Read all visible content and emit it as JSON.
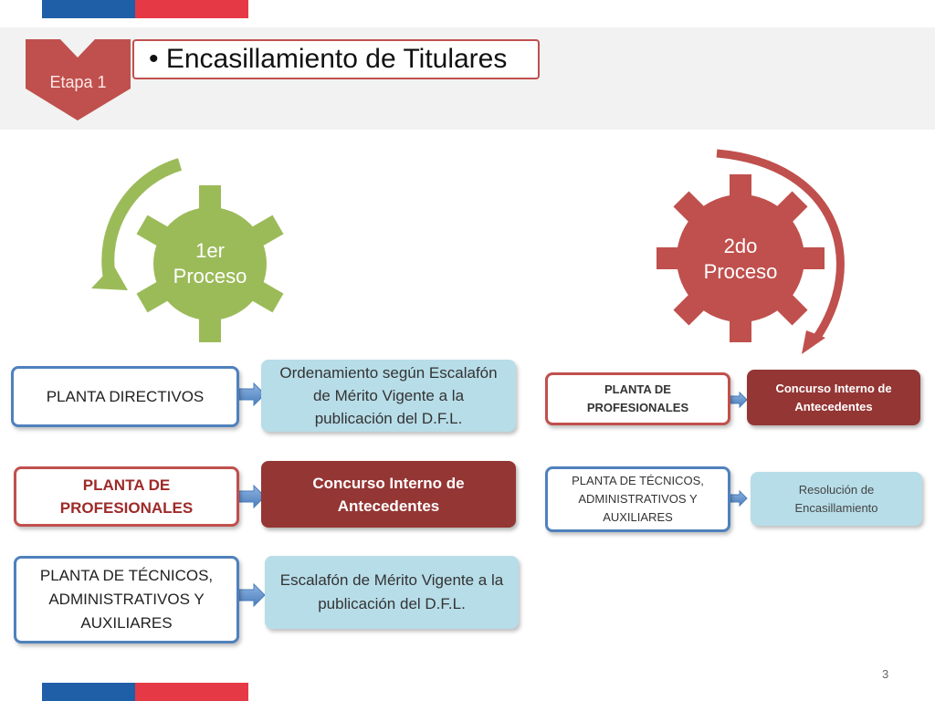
{
  "header": {
    "stage_label": "Etapa 1",
    "title": "• Encasillamiento de Titulares"
  },
  "left": {
    "gear_label": "1er\nProceso",
    "rows": [
      {
        "left": "PLANTA DIRECTIVOS",
        "right": "Ordenamiento según Escalafón de Mérito Vigente a la publicación del D.F.L."
      },
      {
        "left": "PLANTA DE PROFESIONALES",
        "right": "Concurso Interno de Antecedentes"
      },
      {
        "left": "PLANTA DE TÉCNICOS, ADMINISTRATIVOS Y AUXILIARES",
        "right": "Escalafón de Mérito Vigente a la publicación del D.F.L."
      }
    ]
  },
  "right": {
    "gear_label": "2do\nProceso",
    "rows": [
      {
        "left": "PLANTA DE PROFESIONALES",
        "right": "Concurso Interno de Antecedentes"
      },
      {
        "left": "PLANTA DE TÉCNICOS, ADMINISTRATIVOS Y AUXILIARES",
        "right": "Resolución de Encasillamiento"
      }
    ]
  },
  "footer": {
    "page_number": "3"
  },
  "colors": {
    "gear_green": "#9bbb59",
    "gear_red": "#c0504d",
    "arrow_blue": "#4f81bd"
  }
}
